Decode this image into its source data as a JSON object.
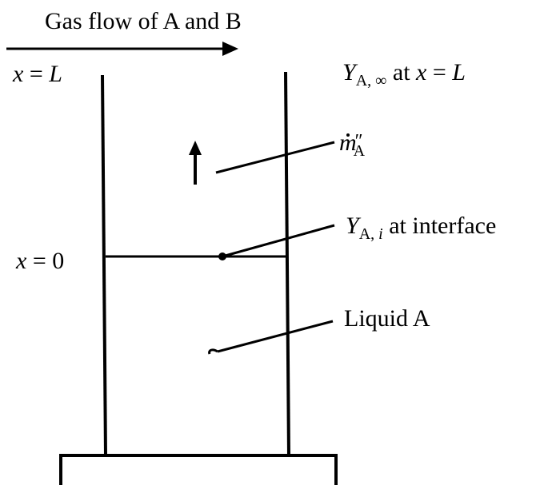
{
  "title": "Gas flow of A and B",
  "labels": {
    "top_position": {
      "var": "x",
      "eq": " = ",
      "val": "L"
    },
    "bottom_position": {
      "var": "x",
      "eq": " = ",
      "val": "0"
    },
    "far_field": {
      "sym": "Y",
      "sub": "A, ∞",
      "at": " at ",
      "var": "x",
      "eq": " = ",
      "val": "L"
    },
    "mass_flux": {
      "sym": "m",
      "prime": "″",
      "sub": "A"
    },
    "interface": {
      "sym": "Y",
      "sub_a": "A, ",
      "sub_i": "i",
      "text": " at interface"
    },
    "liquid": "Liquid A"
  }
}
